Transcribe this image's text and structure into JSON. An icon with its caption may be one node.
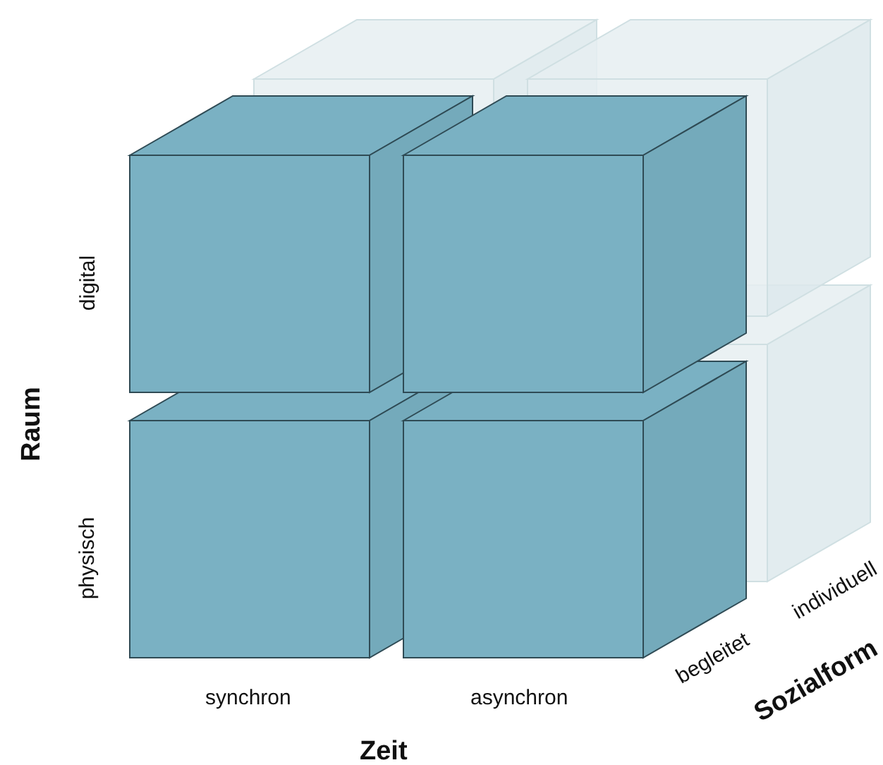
{
  "diagram": {
    "labels": [
      "digital",
      "physisch",
      "Raum",
      "synchron",
      "asynchron",
      "Zeit",
      "begleitet",
      "individuell",
      "Sozialform"
    ]
  }
}
